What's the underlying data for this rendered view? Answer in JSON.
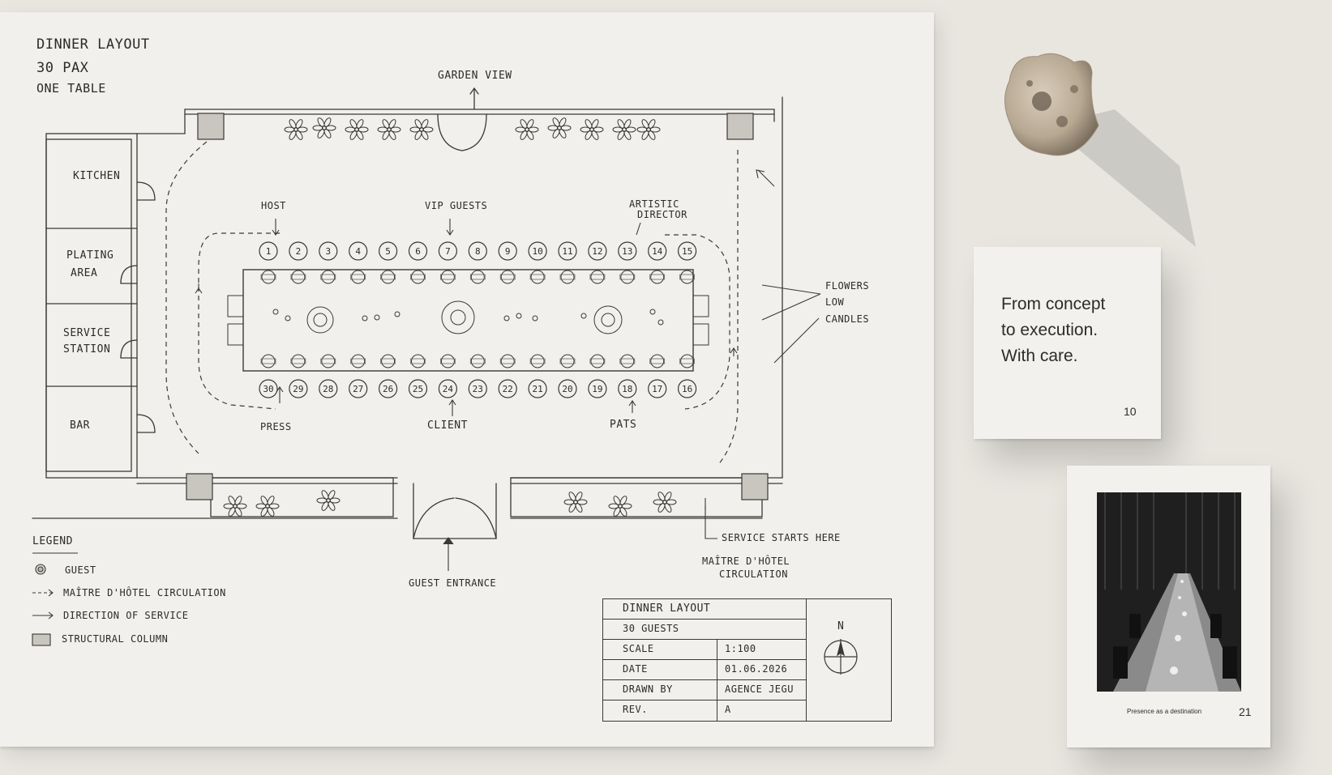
{
  "sheet": {
    "title_lines": [
      "DINNER LAYOUT",
      "30 PAX",
      "ONE TABLE"
    ],
    "garden_view": "GARDEN VIEW",
    "rooms": {
      "kitchen": "KITCHEN",
      "plating_1": "PLATING",
      "plating_2": "AREA",
      "service_1": "SERVICE",
      "service_2": "STATION",
      "bar": "BAR"
    },
    "callouts": {
      "host": "HOST",
      "vip": "VIP GUESTS",
      "artistic_1": "ARTISTIC",
      "artistic_2": "DIRECTOR",
      "flowers": "FLOWERS",
      "low": "LOW",
      "candles": "CANDLES",
      "press": "PRESS",
      "client": "CLIENT",
      "pats": "PATS",
      "guest_entrance": "GUEST ENTRANCE",
      "service_starts": "SERVICE STARTS HERE",
      "maitre_1": "MAÎTRE D'HÔTEL",
      "maitre_2": "CIRCULATION"
    },
    "seats_top": [
      "1",
      "2",
      "3",
      "4",
      "5",
      "6",
      "7",
      "8",
      "9",
      "10",
      "11",
      "12",
      "13",
      "14",
      "15"
    ],
    "seats_bottom": [
      "30",
      "29",
      "28",
      "27",
      "26",
      "25",
      "24",
      "23",
      "22",
      "21",
      "20",
      "19",
      "18",
      "17",
      "16"
    ],
    "legend": {
      "heading": "LEGEND",
      "guest": "GUEST",
      "circulation": "MAÎTRE D'HÔTEL CIRCULATION",
      "direction": "DIRECTION OF SERVICE",
      "column": "STRUCTURAL COLUMN"
    },
    "title_block": {
      "title": "DINNER LAYOUT",
      "guests": "30 GUESTS",
      "scale_label": "SCALE",
      "scale_value": "1:100",
      "date_label": "DATE",
      "date_value": "01.06.2026",
      "drawn_label": "DRAWN BY",
      "drawn_value": "AGENCE JEGU",
      "rev_label": "REV.",
      "rev_value": "A",
      "north": "N"
    }
  },
  "card_quote": {
    "line1": "From concept",
    "line2": "to execution.",
    "line3": "With care.",
    "page": "10"
  },
  "card_photo": {
    "caption": "Presence as a destination",
    "page": "21"
  },
  "colors": {
    "background": "#e9e6e0",
    "paper": "#f2f0ec",
    "ink": "#2c2b28"
  }
}
